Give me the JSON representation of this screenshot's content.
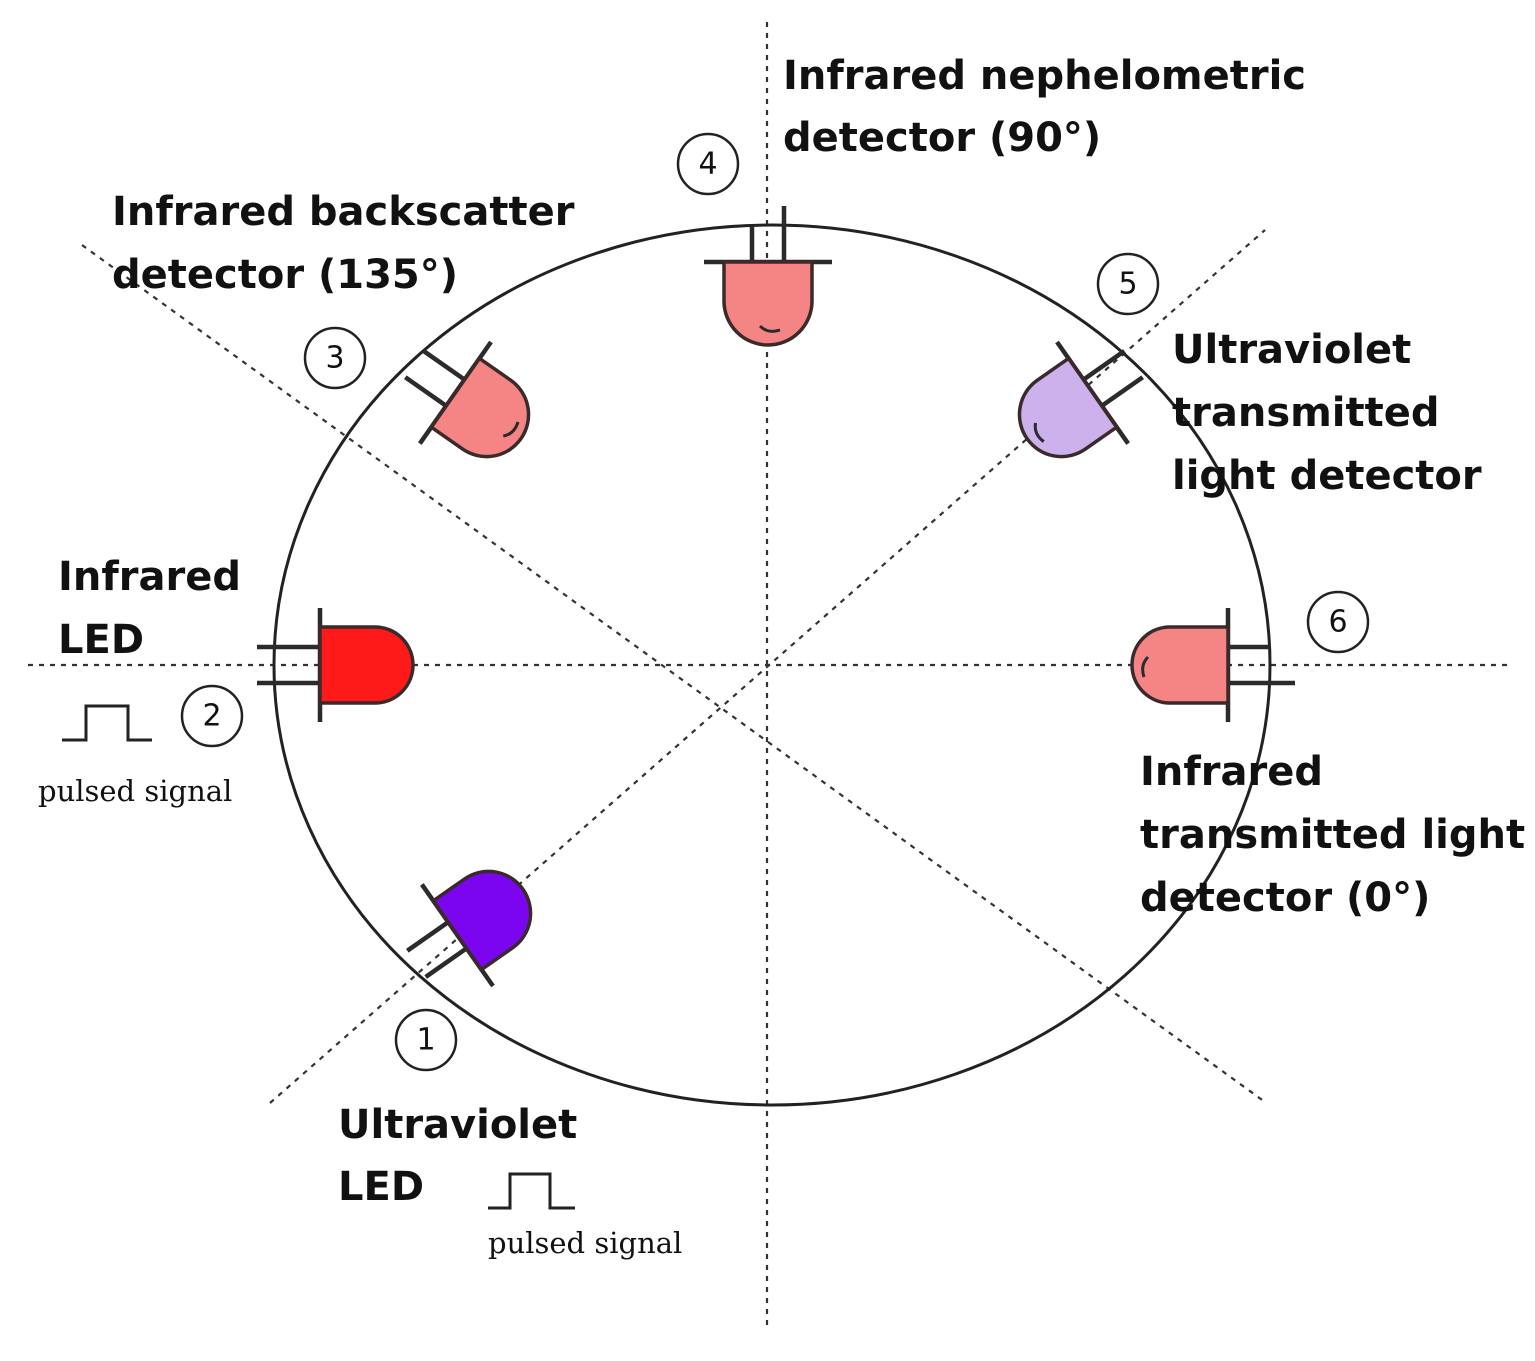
{
  "colors": {
    "infrared_led": "#ff1a1a",
    "infrared_detector": "#f58585",
    "ultraviolet_led": "#7a05ee",
    "ultraviolet_detector": "#cdb1ec"
  },
  "components": [
    {
      "number": "1",
      "label_lines": [
        "Ultraviolet",
        "LED"
      ],
      "pulse_caption": "pulsed signal"
    },
    {
      "number": "2",
      "label_lines": [
        "Infrared",
        "LED"
      ],
      "pulse_caption": "pulsed signal"
    },
    {
      "number": "3",
      "label_lines": [
        "Infrared backscatter",
        "detector (135°)"
      ]
    },
    {
      "number": "4",
      "label_lines": [
        "Infrared nephelometric",
        "detector (90°)"
      ]
    },
    {
      "number": "5",
      "label_lines": [
        "Ultraviolet",
        "transmitted",
        "light detector"
      ]
    },
    {
      "number": "6",
      "label_lines": [
        "Infrared",
        "transmitted light",
        "detector (0°)"
      ]
    }
  ]
}
